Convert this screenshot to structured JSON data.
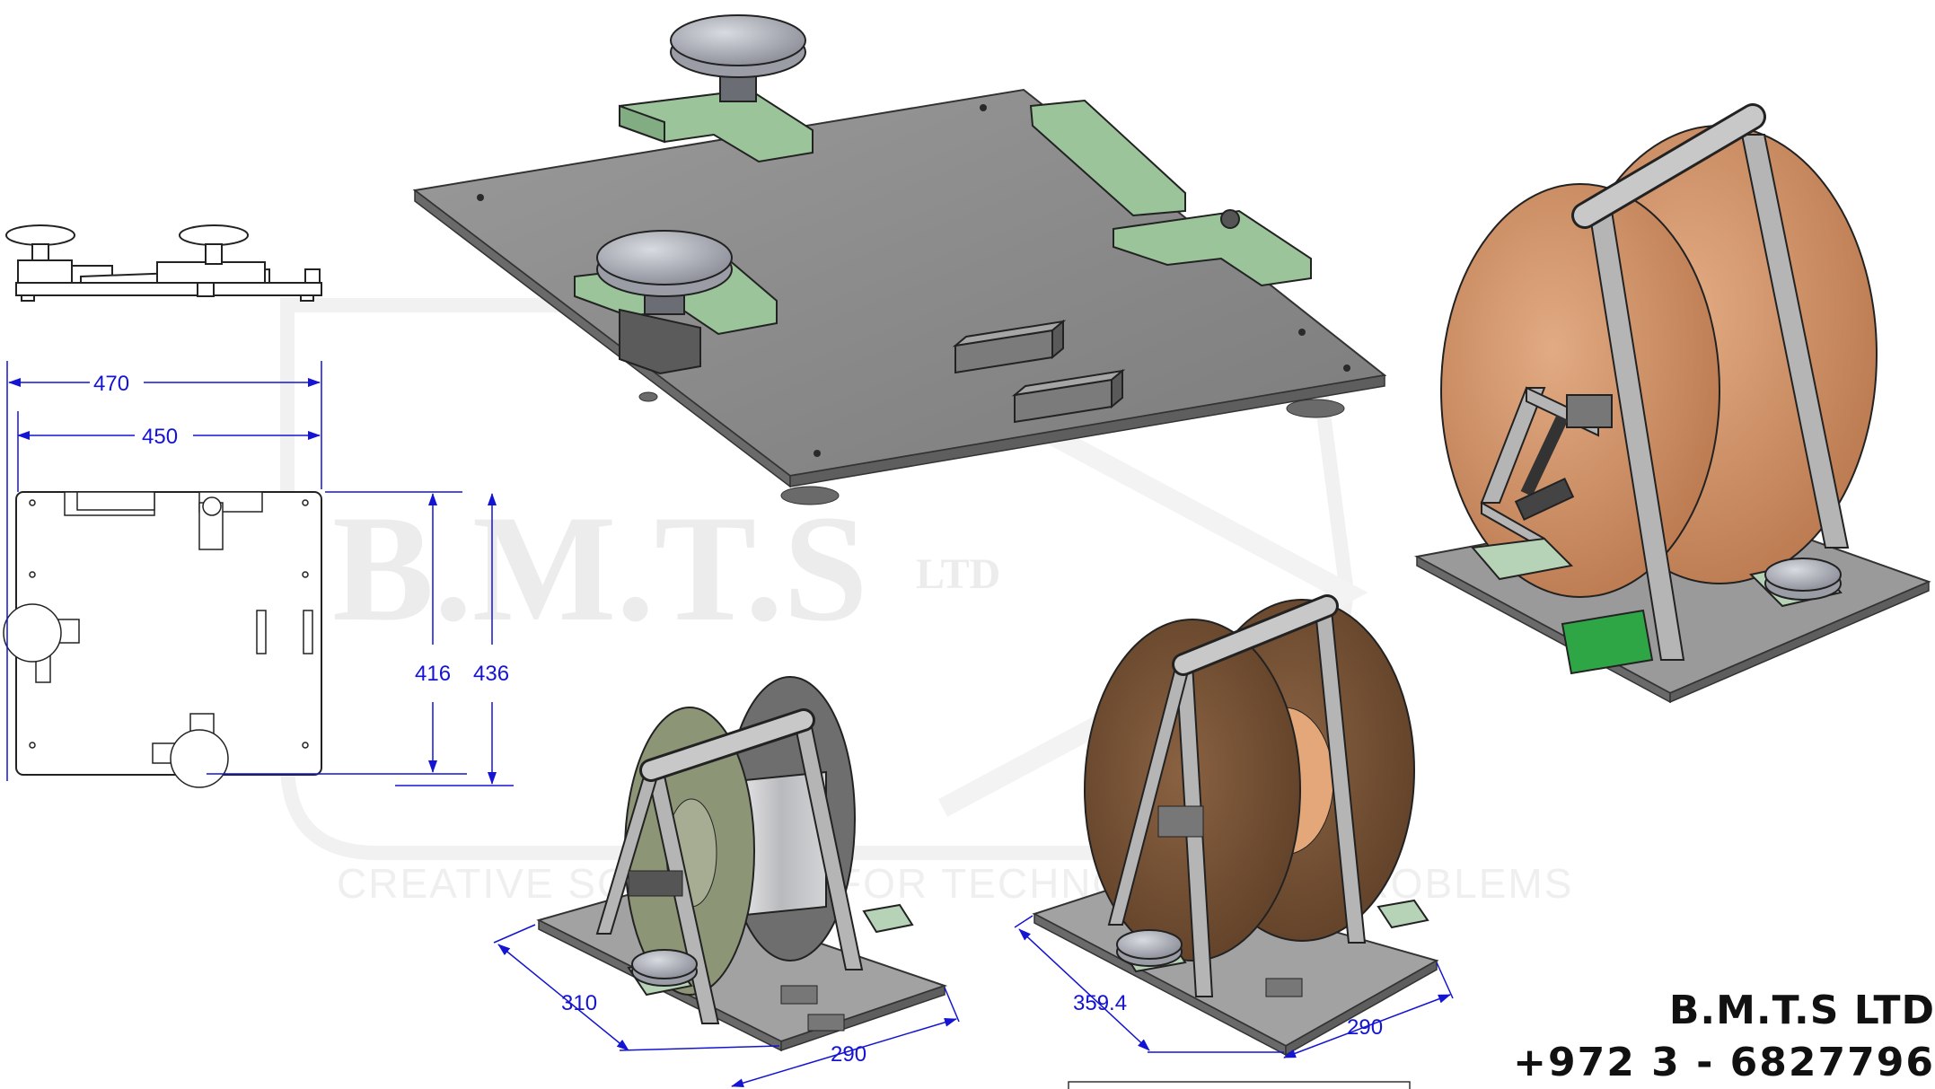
{
  "watermark": {
    "brand": "B.M.T.S",
    "brand_suffix": "LTD",
    "tagline": "CREATIVE SOLUTIONS FOR TECHNOLOGICAL PROBLEMS"
  },
  "dimensions": {
    "width_outer": "470",
    "width_inner": "450",
    "depth_inner": "416",
    "depth_outer": "436",
    "small_reel_depth": "310",
    "small_reel_width": "290",
    "large_reel_depth": "359.4",
    "large_reel_width": "290"
  },
  "company": {
    "name": "B.M.T.S LTD",
    "phone": "+972 3 - 6827796"
  },
  "colors": {
    "dimension": "#1414d2",
    "plate": "#8e8e8e",
    "clamp_green": "#9bc49b",
    "reel_copper": "#c98a60",
    "reel_brown": "#6a4a30"
  }
}
